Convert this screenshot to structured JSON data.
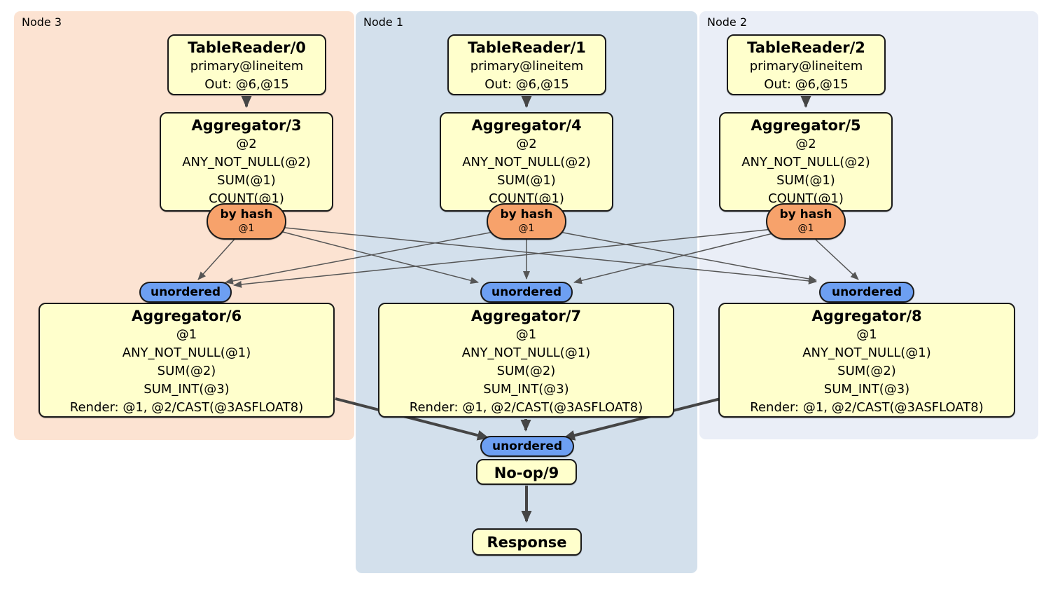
{
  "panels": {
    "node3": {
      "label": "Node 3"
    },
    "node1": {
      "label": "Node 1"
    },
    "node2": {
      "label": "Node 2"
    }
  },
  "processors": {
    "tablereader0": {
      "title": "TableReader/0",
      "lines": [
        "primary@lineitem",
        "Out: @6,@15"
      ]
    },
    "tablereader1": {
      "title": "TableReader/1",
      "lines": [
        "primary@lineitem",
        "Out: @6,@15"
      ]
    },
    "tablereader2": {
      "title": "TableReader/2",
      "lines": [
        "primary@lineitem",
        "Out: @6,@15"
      ]
    },
    "aggregator3": {
      "title": "Aggregator/3",
      "lines": [
        "@2",
        "ANY_NOT_NULL(@2)",
        "SUM(@1)",
        "COUNT(@1)"
      ]
    },
    "aggregator4": {
      "title": "Aggregator/4",
      "lines": [
        "@2",
        "ANY_NOT_NULL(@2)",
        "SUM(@1)",
        "COUNT(@1)"
      ]
    },
    "aggregator5": {
      "title": "Aggregator/5",
      "lines": [
        "@2",
        "ANY_NOT_NULL(@2)",
        "SUM(@1)",
        "COUNT(@1)"
      ]
    },
    "aggregator6": {
      "title": "Aggregator/6",
      "lines": [
        "@1",
        "ANY_NOT_NULL(@1)",
        "SUM(@2)",
        "SUM_INT(@3)",
        "Render: @1, @2/CAST(@3ASFLOAT8)"
      ]
    },
    "aggregator7": {
      "title": "Aggregator/7",
      "lines": [
        "@1",
        "ANY_NOT_NULL(@1)",
        "SUM(@2)",
        "SUM_INT(@3)",
        "Render: @1, @2/CAST(@3ASFLOAT8)"
      ]
    },
    "aggregator8": {
      "title": "Aggregator/8",
      "lines": [
        "@1",
        "ANY_NOT_NULL(@1)",
        "SUM(@2)",
        "SUM_INT(@3)",
        "Render: @1, @2/CAST(@3ASFLOAT8)"
      ]
    },
    "noop9": {
      "title": "No-op/9"
    },
    "response": {
      "title": "Response"
    }
  },
  "routers": {
    "by_hash": {
      "label": "by hash",
      "detail": "@1"
    }
  },
  "syncs": {
    "unordered": {
      "label": "unordered"
    }
  },
  "colors": {
    "node3_bg": "#fce3d2",
    "node1_bg": "#d3e0ec",
    "node2_bg": "#eaeef7",
    "processor_bg": "#ffffcc",
    "router_bg": "#f7a26b",
    "sync_bg": "#6d9ff2",
    "border": "#1a1a1a",
    "edge_thin": "#555555",
    "edge_thick": "#454545"
  }
}
